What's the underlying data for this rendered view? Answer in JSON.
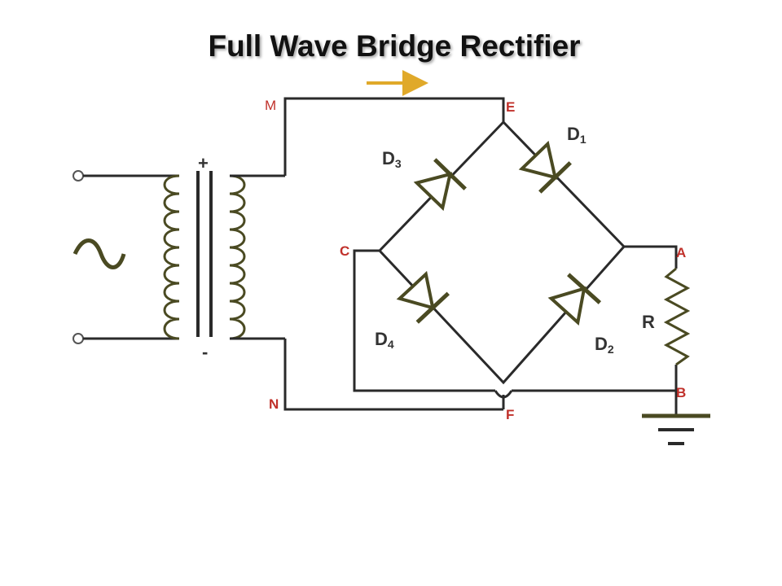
{
  "title": "Full Wave Bridge Rectifier",
  "nodes": {
    "M": "M",
    "N": "N",
    "E": "E",
    "F": "F",
    "C": "C",
    "A": "A",
    "B": "B"
  },
  "diodes": [
    {
      "id": "D1",
      "letter": "D",
      "sub": "1"
    },
    {
      "id": "D2",
      "letter": "D",
      "sub": "2"
    },
    {
      "id": "D3",
      "letter": "D",
      "sub": "3"
    },
    {
      "id": "D4",
      "letter": "D",
      "sub": "4"
    }
  ],
  "resistor_label": "R",
  "polarity": {
    "top": "+",
    "bottom": "-"
  },
  "colors": {
    "wire": "#2a2a2a",
    "diode": "#4a4a22",
    "node_label": "#c0302a",
    "arrow": "#e0a92a"
  },
  "icons": [
    "ac-source-icon",
    "transformer-icon",
    "current-arrow-icon",
    "ground-icon",
    "resistor-icon",
    "diode-icon"
  ]
}
